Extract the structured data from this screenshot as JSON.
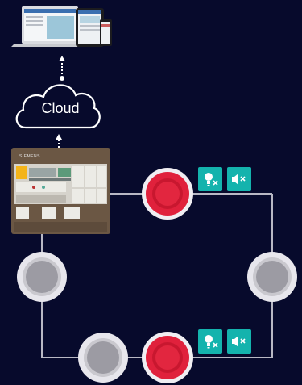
{
  "cloud": {
    "label": "Cloud"
  },
  "control_panel": {
    "brand": "SIEMENS"
  },
  "colors": {
    "background": "#070a2c",
    "loop_line": "#b8b8c4",
    "alarm_red": "#e0213c",
    "idle_grey": "#9c9ba3",
    "badge_teal": "#14b3ad"
  },
  "devices": [
    {
      "id": "alarm-top",
      "state": "alarm",
      "icons": [
        "light-off-icon",
        "sound-muted-icon"
      ]
    },
    {
      "id": "alarm-bottom",
      "state": "alarm",
      "icons": [
        "light-off-icon",
        "sound-muted-icon"
      ]
    },
    {
      "id": "detector-left",
      "state": "idle"
    },
    {
      "id": "detector-right",
      "state": "idle"
    },
    {
      "id": "detector-bottom",
      "state": "idle"
    }
  ]
}
